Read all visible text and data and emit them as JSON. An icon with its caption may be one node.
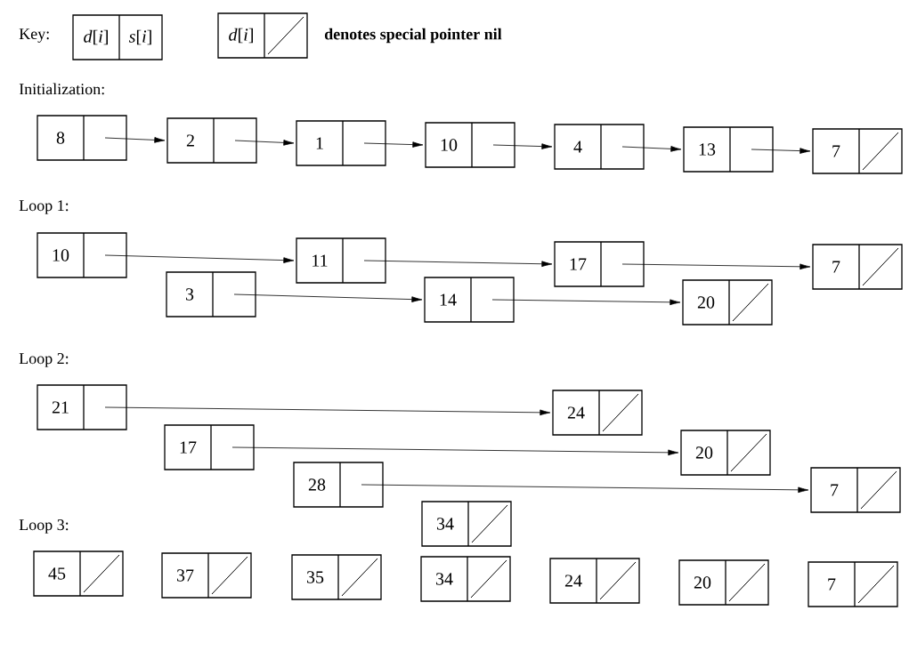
{
  "diagram": {
    "nodes": [
      {
        "text": [
          "*d*[*i*]",
          "*s*[*i*]"
        ]
      },
      {
        "text": [
          "*d*[*i*]"
        ],
        "beside": [
          "denotes special pointer nil"
        ]
      },
      {
        "text": [
          "8"
        ]
      },
      {
        "text": [
          "2"
        ]
      },
      {
        "text": [
          "1"
        ]
      },
      {
        "text": [
          "10"
        ]
      },
      {
        "text": [
          "4"
        ]
      },
      {
        "text": [
          "13"
        ]
      },
      {
        "text": [
          "7"
        ]
      },
      {
        "text": [
          "10"
        ]
      },
      {
        "text": [
          "11"
        ]
      },
      {
        "text": [
          "17"
        ]
      },
      {
        "text": [
          "7"
        ]
      },
      {
        "text": [
          "3"
        ]
      },
      {
        "text": [
          "14"
        ]
      },
      {
        "text": [
          "20"
        ]
      },
      {
        "text": [
          "21"
        ]
      },
      {
        "text": [
          "24"
        ]
      },
      {
        "text": [
          "17"
        ]
      },
      {
        "text": [
          "20"
        ]
      },
      {
        "text": [
          "28"
        ]
      },
      {
        "text": [
          "7"
        ]
      },
      {
        "text": [
          "34"
        ]
      },
      {
        "text": [
          "45"
        ]
      },
      {
        "text": [
          "37"
        ]
      },
      {
        "text": [
          "35"
        ]
      },
      {
        "text": [
          "34"
        ]
      },
      {
        "text": [
          "24"
        ]
      },
      {
        "text": [
          "20"
        ]
      },
      {
        "text": [
          "7"
        ]
      }
    ],
    "edges": [
      {
        "from": 2,
        "to": 3,
        "arrow": "to"
      },
      {
        "from": 3,
        "to": 4,
        "arrow": "to"
      },
      {
        "from": 4,
        "to": 5,
        "arrow": "to"
      },
      {
        "from": 5,
        "to": 6,
        "arrow": "to"
      },
      {
        "from": 6,
        "to": 7,
        "arrow": "to"
      },
      {
        "from": 7,
        "to": 8,
        "arrow": "to"
      },
      {
        "from": 9,
        "to": 10,
        "arrow": "to"
      },
      {
        "from": 10,
        "to": 11,
        "arrow": "to"
      },
      {
        "from": 11,
        "to": 12,
        "arrow": "to"
      },
      {
        "from": 13,
        "to": 14,
        "arrow": "to"
      },
      {
        "from": 14,
        "to": 15,
        "arrow": "to"
      },
      {
        "from": 16,
        "to": 17,
        "arrow": "to"
      },
      {
        "from": 18,
        "to": 19,
        "arrow": "to"
      },
      {
        "from": 20,
        "to": 21,
        "arrow": "to"
      }
    ],
    "labels": [
      "Key:",
      "Initialization:",
      "Loop 1:",
      "Loop 2:",
      "Loop 3:"
    ]
  }
}
